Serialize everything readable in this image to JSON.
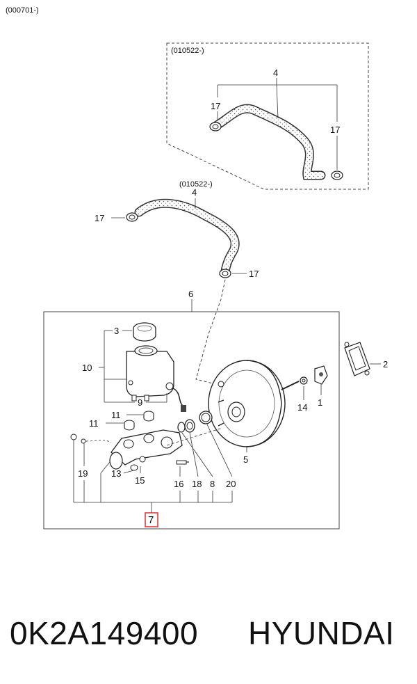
{
  "header": {
    "code": "(000701-)"
  },
  "inset": {
    "code": "(010522-)"
  },
  "hose_code": "(010522-)",
  "callouts": {
    "c4_inset": "4",
    "c17_inset_l": "17",
    "c17_inset_r": "17",
    "c4_main": "4",
    "c17_main_l": "17",
    "c17_main_r": "17",
    "c6": "6",
    "c3": "3",
    "c10": "10",
    "c9": "9",
    "c11a": "11",
    "c11b": "11",
    "c19": "19",
    "c13": "13",
    "c15": "15",
    "c16": "16",
    "c18": "18",
    "c8": "8",
    "c20": "20",
    "c5": "5",
    "c7": "7",
    "c14": "14",
    "c1": "1",
    "c2": "2"
  },
  "highlight_color": "#e03030",
  "footer": {
    "part_number": "0K2A149400",
    "brand": "HYUNDAI"
  }
}
